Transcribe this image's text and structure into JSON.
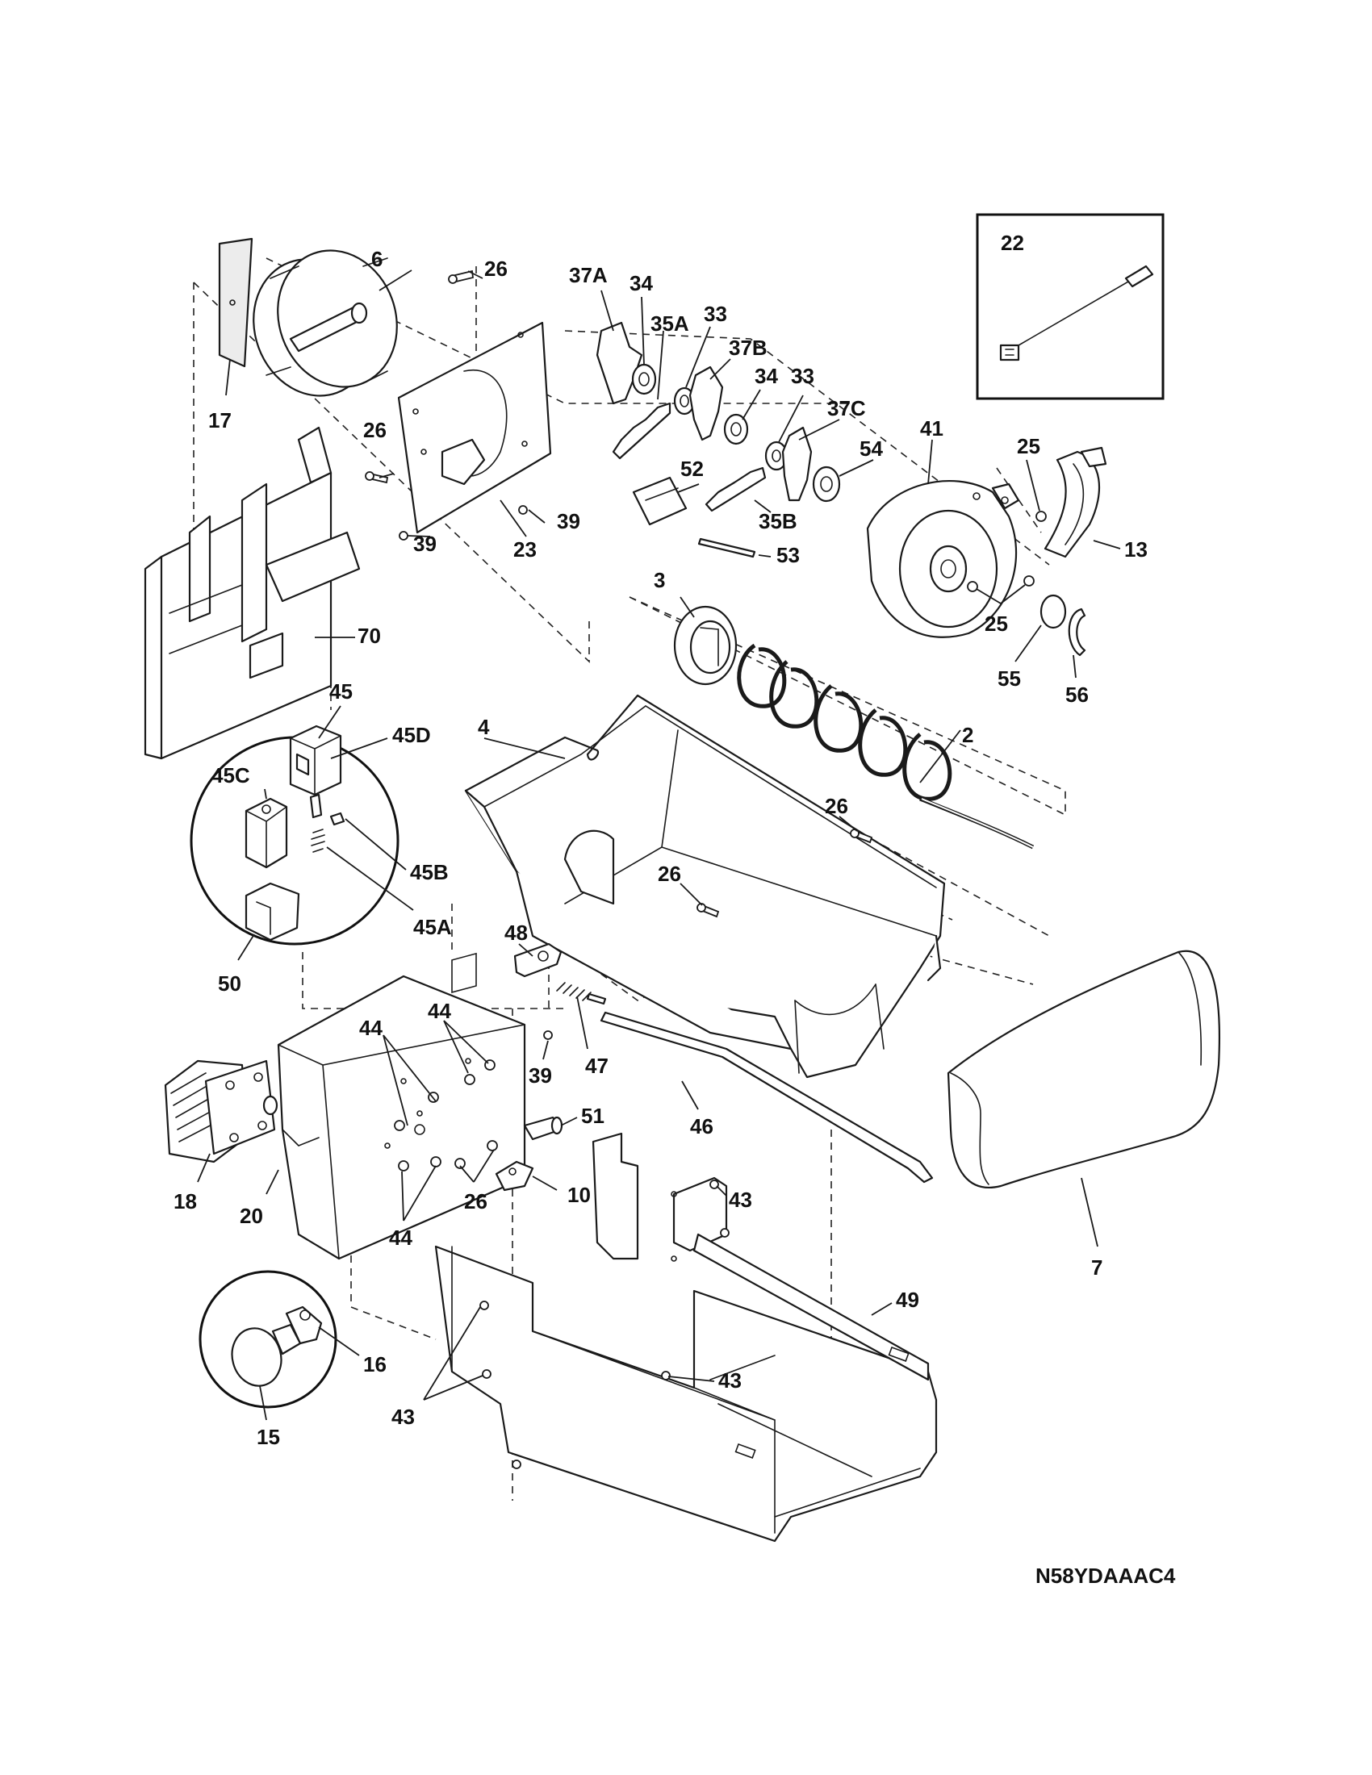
{
  "diagram_code": "N58YDAAAC4",
  "inset_label": "22",
  "callouts": {
    "c6": "6",
    "c26a": "26",
    "c37A": "37A",
    "c34a": "34",
    "c35A": "35A",
    "c33a": "33",
    "c37B": "37B",
    "c34b": "34",
    "c33b": "33",
    "c37C": "37C",
    "c41": "41",
    "c54": "54",
    "c25a": "25",
    "c17": "17",
    "c26b": "26",
    "c52": "52",
    "c39a": "39",
    "c23": "23",
    "c39b": "39",
    "c35B": "35B",
    "c53": "53",
    "c13": "13",
    "c25b": "25",
    "c3": "3",
    "c70": "70",
    "c55": "55",
    "c56": "56",
    "c45": "45",
    "c45D": "45D",
    "c4": "4",
    "c2": "2",
    "c45C": "45C",
    "c26c": "26",
    "c45B": "45B",
    "c26d": "26",
    "c45A": "45A",
    "c48": "48",
    "c50": "50",
    "c44a": "44",
    "c44b": "44",
    "c47": "47",
    "c39c": "39",
    "c46": "46",
    "c51": "51",
    "c43a": "43",
    "c18": "18",
    "c20": "20",
    "c26e": "26",
    "c10": "10",
    "c44c": "44",
    "c7": "7",
    "c49": "49",
    "c16": "16",
    "c43b": "43",
    "c43c": "43",
    "c15": "15"
  }
}
